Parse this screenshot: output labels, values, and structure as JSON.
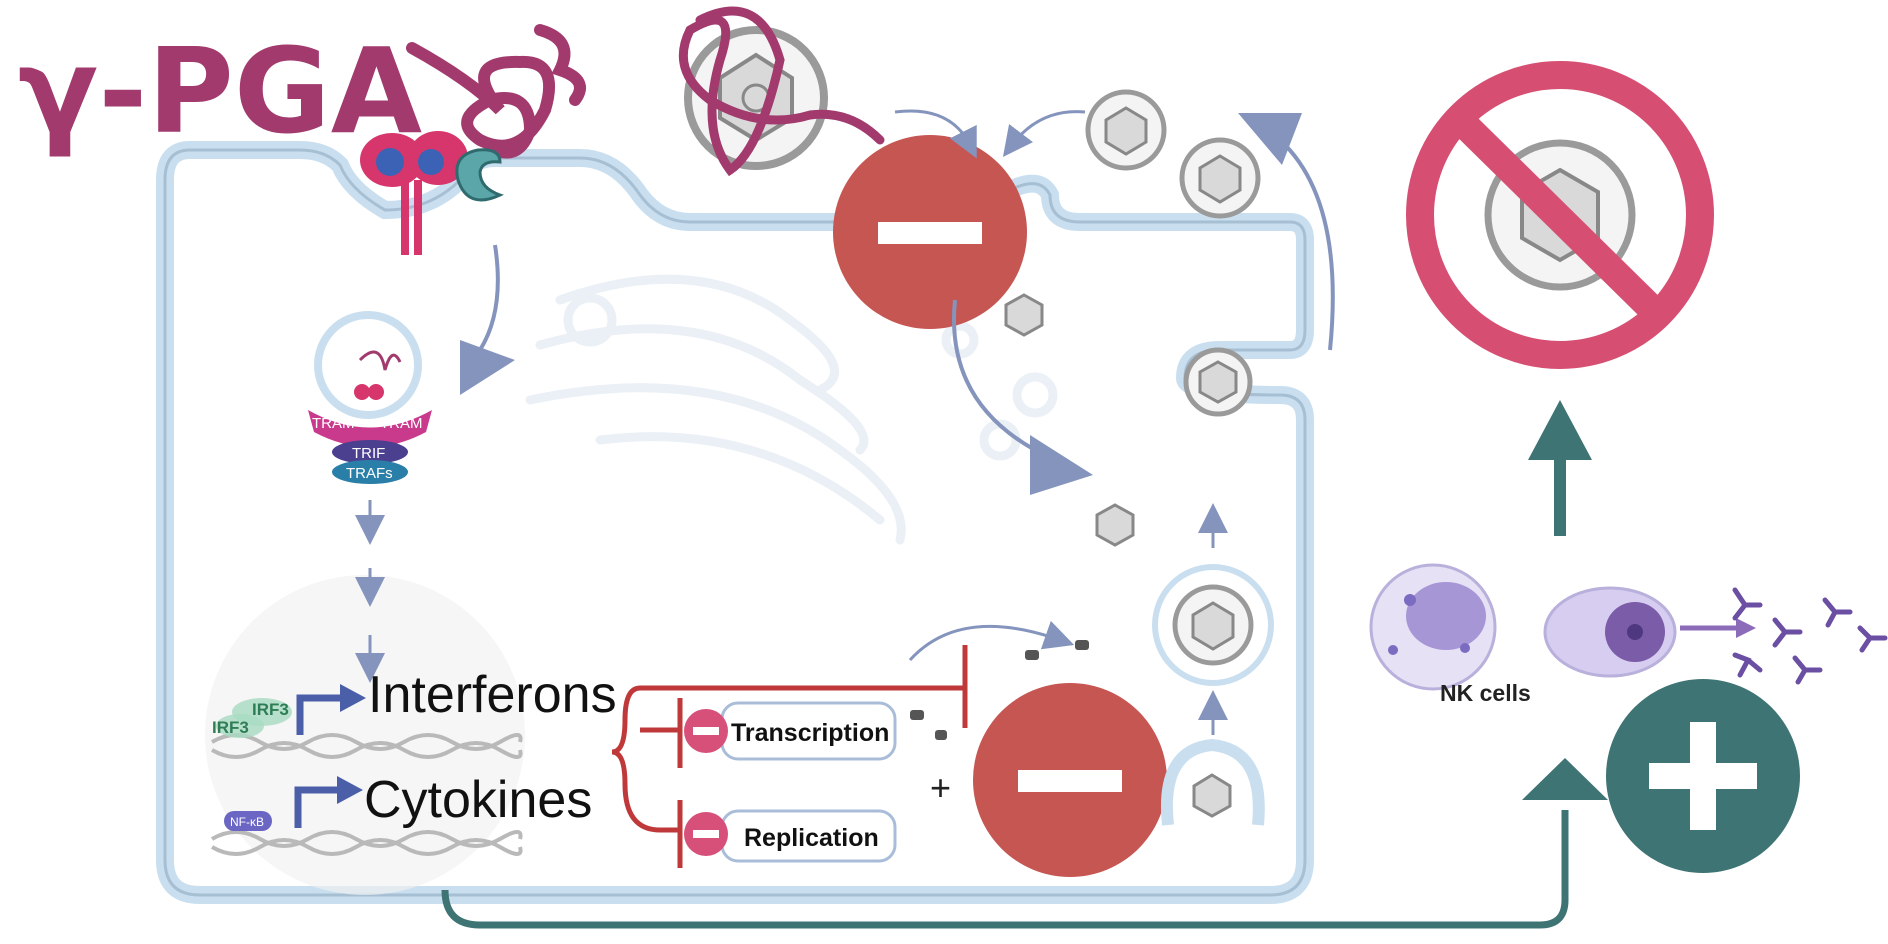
{
  "title": "γ-PGA",
  "receptor_complex": {
    "adaptor_1": "TRAM",
    "adaptor_2": "TRAM",
    "adaptor_3": "TRIF",
    "adaptor_4": "TRAFs"
  },
  "transcription_factors": {
    "irf3_a": "IRF3",
    "irf3_b": "IRF3",
    "nfkb": "NF-κB"
  },
  "genes": {
    "interferons": "Interferons",
    "cytokines": "Cytokines"
  },
  "inhibited_processes": {
    "transcription": "Transcription",
    "replication": "Replication"
  },
  "plus_sign": "+",
  "immune_cells": {
    "nk_label": "NK cells"
  },
  "colors": {
    "title": "#a23a6e",
    "inhibit": "#c65652",
    "activate": "#3f7474",
    "membrane": "#c9dff0",
    "no_sign": "#d64f73",
    "arrow": "#8494bd"
  }
}
